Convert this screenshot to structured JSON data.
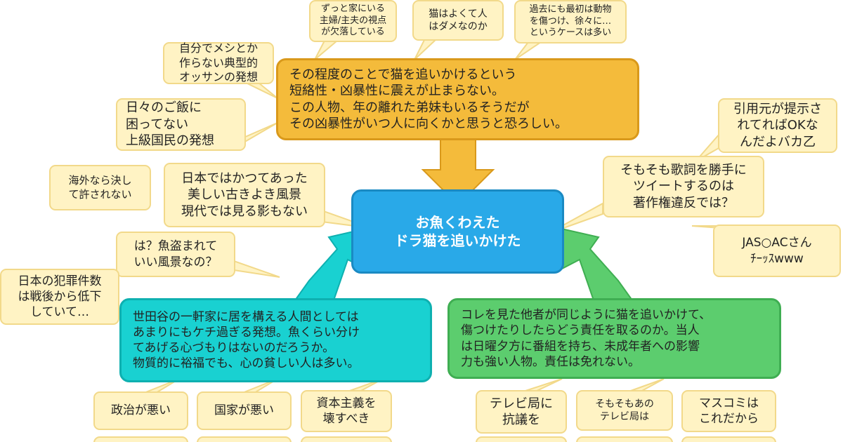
{
  "center": {
    "text": "お魚くわえた\nドラ猫を追いかけた"
  },
  "orange_box": {
    "text": "その程度のことで猫を追いかけるという\n短絡性・凶暴性に震えが止まらない。\nこの人物、年の離れた弟妹もいるそうだが\nその凶暴性がいつ人に向くかと思うと恐ろしい。"
  },
  "cyan_box": {
    "text": "世田谷の一軒家に居を構える人間としては\nあまりにもケチ過ぎる発想。魚くらい分け\nてあげる心づもりはないのだろうか。\n物質的に裕福でも、心の貧しい人は多い。"
  },
  "green_box": {
    "text": "コレを見た他者が同じように猫を追いかけて、\n傷つけたりしたらどう責任を取るのか。当人\nは日曜夕方に番組を持ち、未成年者への影響\n力も強い人物。責任は免れない。"
  },
  "bubbles": {
    "b1": "ずっと家にいる\n主婦/主夫の視点\nが欠落している",
    "b2": "猫はよくて人\nはダメなのか",
    "b3": "過去にも最初は動物\nを傷つけ、徐々に…\nというケースは多い",
    "b4": "自分でメシとか\n作らない典型的\nオッサンの発想",
    "b5": "日々のご飯に\n困ってない\n上級国民の発想",
    "b6": "海外なら決し\nて許されない",
    "b7": "日本ではかつてあった\n美しい古きよき風景\n現代では見る影もない",
    "b8": "は？魚盗まれて\nいい風景なの？",
    "b9": "日本の犯罪件数\nは戦後から低下\nしていて…",
    "b10": "引用元が提示さ\nれてればOKな\nんだよバカ乙",
    "b11": "そもそも歌詞を勝手に\nツイートするのは\n著作権違反では？",
    "b12": "JAS○ACさん\nﾁｰｯｽwww",
    "b13": "政治が悪い",
    "b14": "国家が悪い",
    "b15": "資本主義を\n壊すべき",
    "b16": "テレビ局に\n抗議を",
    "b17": "そもそもあの\nテレビ局は",
    "b18": "マスコミは\nこれだから"
  },
  "colors": {
    "center": "#29a9e8",
    "orange": "#f4bb3b",
    "cyan": "#19d1d1",
    "green": "#5ccd6e",
    "bubble": "#fff3c4",
    "bubble_border": "#f2d98a"
  }
}
